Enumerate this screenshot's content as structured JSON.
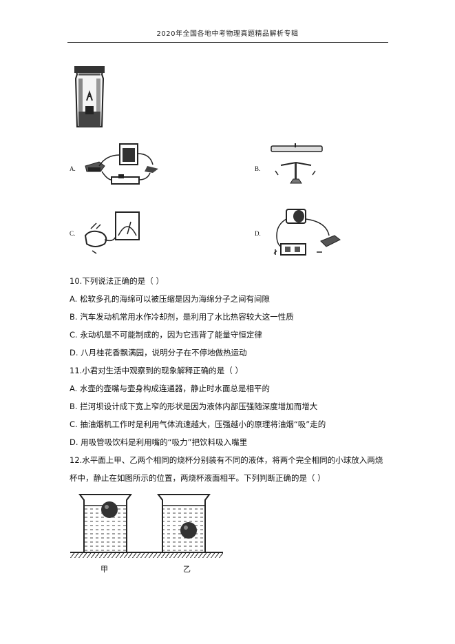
{
  "header": {
    "title": "2020年全国各地中考物理真题精品解析专辑"
  },
  "figures": {
    "option_letters": [
      "A.",
      "B.",
      "C.",
      "D."
    ]
  },
  "q10": {
    "stem": "10.下列说法正确的是（   ）",
    "options": [
      "A. 松软多孔的海绵可以被压缩是因为海绵分子之间有间隙",
      "B. 汽车发动机常用水作冷却剂，是利用了水比热容较大这一性质",
      "C. 永动机是不可能制成的，因为它违背了能量守恒定律",
      "D. 八月桂花香飘满园，说明分子在不停地做热运动"
    ]
  },
  "q11": {
    "stem": "11.小君对生活中观察到的现象解释正确的是（        ）",
    "options": [
      "A. 水壶的壶嘴与壶身构成连通器，静止时水面总是相平的",
      "B. 拦河坝设计成下宽上窄的形状是因为液体内部压强随深度增加而增大",
      "C. 抽油烟机工作时是利用气体流速越大，压强越小的原理将油烟“吸”走的",
      "D. 用吸管吸饮料是利用嘴的“吸力”把饮料吸入嘴里"
    ]
  },
  "q12": {
    "line1": "12.水平面上甲、乙两个相同的烧杯分别装有不同的液体，将两个完全相同的小球放入两烧",
    "line2": "杯中，静止在如图所示的位置，两烧杯液面相平。下列判断正确的是（   ）",
    "labels": [
      "甲",
      "乙"
    ]
  }
}
